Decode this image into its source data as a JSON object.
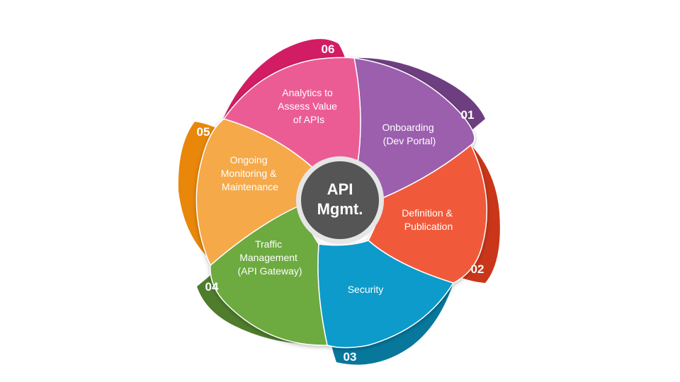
{
  "center": {
    "line1": "API",
    "line2": "Mgmt.",
    "color": "#555555"
  },
  "segments": [
    {
      "number": "01",
      "lines": [
        "Onboarding",
        "(Dev Portal)"
      ],
      "color": "#9B5FAE",
      "dark_color": "#6E3F80"
    },
    {
      "number": "02",
      "lines": [
        "Definition &",
        "Publication"
      ],
      "color": "#F05A3A",
      "dark_color": "#C9361A"
    },
    {
      "number": "03",
      "lines": [
        "Security"
      ],
      "color": "#0A9BCB",
      "dark_color": "#07779C"
    },
    {
      "number": "04",
      "lines": [
        "Traffic",
        "Management",
        "(API Gateway)"
      ],
      "color": "#6DAA3F",
      "dark_color": "#4F7D2C"
    },
    {
      "number": "05",
      "lines": [
        "Ongoing",
        "Monitoring &",
        "Maintenance"
      ],
      "color": "#F5A94A",
      "dark_color": "#E8870A"
    },
    {
      "number": "06",
      "lines": [
        "Analytics to",
        "Assess Value",
        "of APIs"
      ],
      "color": "#EC5C94",
      "dark_color": "#D21D65"
    }
  ]
}
